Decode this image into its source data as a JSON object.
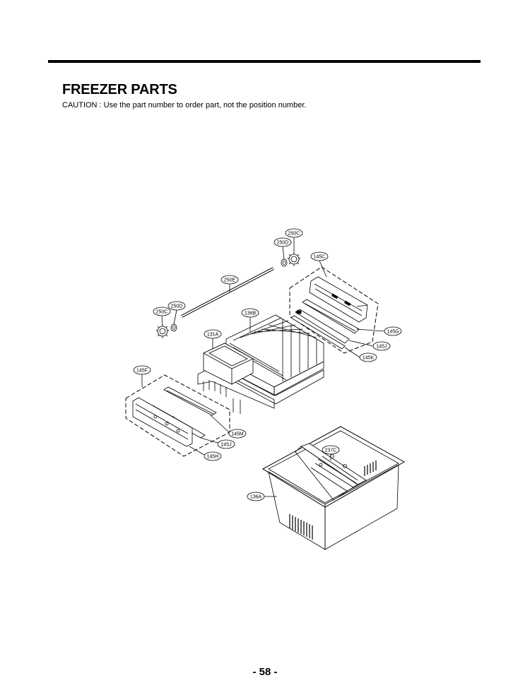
{
  "header": {
    "title": "FREEZER PARTS",
    "caution": "CAUTION : Use the part number to order part, not the position number."
  },
  "diagram": {
    "callouts": [
      {
        "id": "250C_top",
        "text": "250C"
      },
      {
        "id": "250D_top",
        "text": "250D"
      },
      {
        "id": "145C",
        "text": "145C"
      },
      {
        "id": "250E",
        "text": "250E"
      },
      {
        "id": "250D_left",
        "text": "250D"
      },
      {
        "id": "250C_left",
        "text": "250C"
      },
      {
        "id": "136B",
        "text": "136B"
      },
      {
        "id": "131A",
        "text": "131A"
      },
      {
        "id": "145G",
        "text": "145G"
      },
      {
        "id": "145J_right",
        "text": "145J"
      },
      {
        "id": "145K",
        "text": "145K"
      },
      {
        "id": "145F",
        "text": "145F"
      },
      {
        "id": "145M",
        "text": "145M"
      },
      {
        "id": "145J_left",
        "text": "145J"
      },
      {
        "id": "145H",
        "text": "145H"
      },
      {
        "id": "237C",
        "text": "237C"
      },
      {
        "id": "136A",
        "text": "136A"
      }
    ]
  },
  "footer": {
    "page_number": "- 58 -"
  }
}
